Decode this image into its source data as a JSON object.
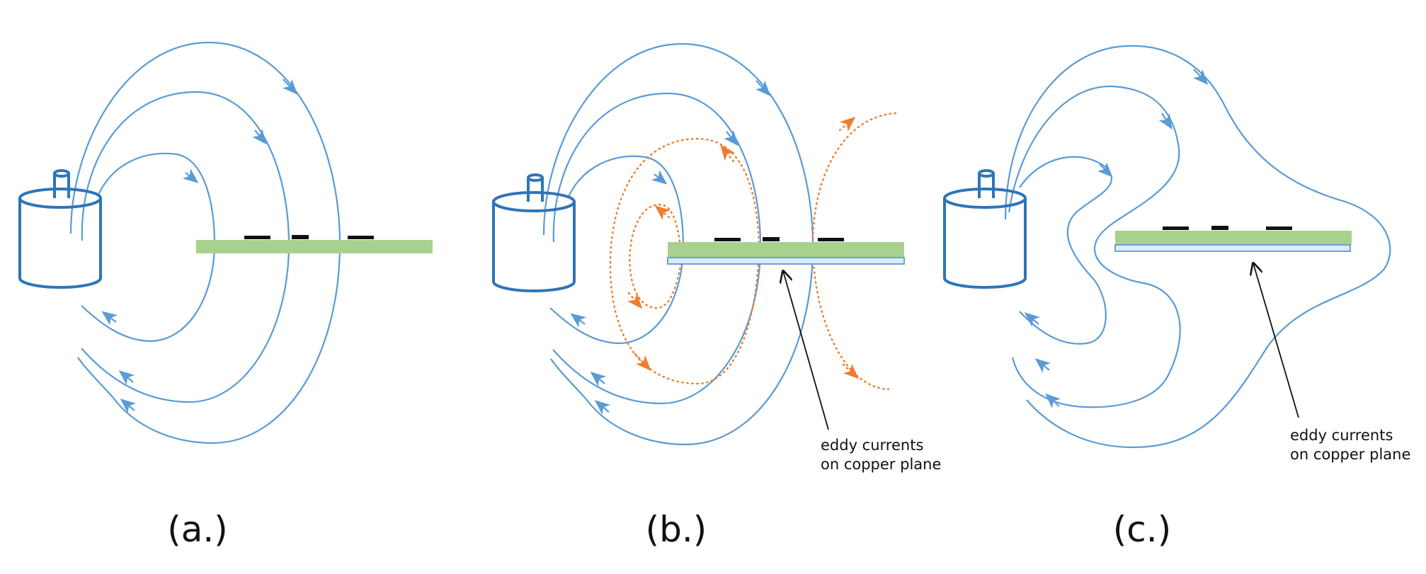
{
  "colors": {
    "field_lines": "#5b9bd5",
    "coil": "#2e75b6",
    "eddy_currents": "#ed7d31",
    "pcb": "#a9d18e",
    "copper_plane": "#ddebf7",
    "copper_plane_outline": "#5b9bd5",
    "components": "#111111",
    "label_text": "#111111"
  },
  "panels": [
    {
      "label": "(a.)"
    },
    {
      "label": "(b.)",
      "annotation_line1": "eddy currents",
      "annotation_line2": "on copper plane"
    },
    {
      "label": "(c.)",
      "annotation_line1": "eddy currents",
      "annotation_line2": "on copper plane"
    }
  ]
}
